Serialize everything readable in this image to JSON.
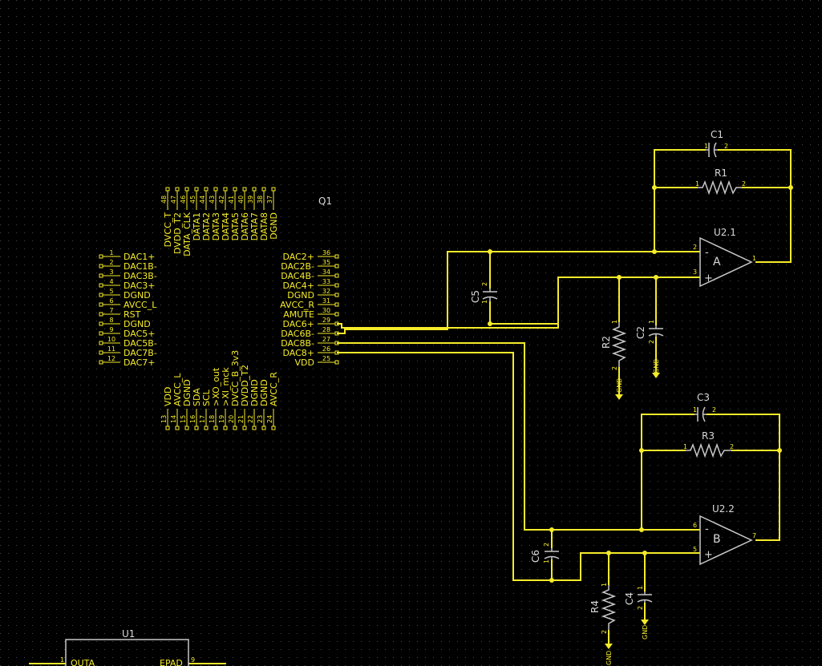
{
  "schematic": {
    "background": "#000000",
    "wire_color": "#f5eb2a",
    "body_color": "#c8c8c8",
    "q1": {
      "ref": "Q1",
      "left_pins": [
        {
          "num": "1",
          "name": "DAC1+"
        },
        {
          "num": "2",
          "name": "DAC1B-"
        },
        {
          "num": "3",
          "name": "DAC3B-"
        },
        {
          "num": "4",
          "name": "DAC3+"
        },
        {
          "num": "5",
          "name": "DGND"
        },
        {
          "num": "6",
          "name": "AVCC_L"
        },
        {
          "num": "7",
          "name": "RST"
        },
        {
          "num": "8",
          "name": "DGND"
        },
        {
          "num": "9",
          "name": "DAC5+"
        },
        {
          "num": "10",
          "name": "DAC5B-"
        },
        {
          "num": "11",
          "name": "DAC7B-"
        },
        {
          "num": "12",
          "name": "DAC7+"
        }
      ],
      "right_pins": [
        {
          "num": "36",
          "name": "DAC2+"
        },
        {
          "num": "35",
          "name": "DAC2B-"
        },
        {
          "num": "34",
          "name": "DAC4B-"
        },
        {
          "num": "33",
          "name": "DAC4+"
        },
        {
          "num": "32",
          "name": "DGND"
        },
        {
          "num": "31",
          "name": "AVCC_R"
        },
        {
          "num": "30",
          "name": "AMUTE"
        },
        {
          "num": "29",
          "name": "DAC6+"
        },
        {
          "num": "28",
          "name": "DAC6B-"
        },
        {
          "num": "27",
          "name": "DAC8B-"
        },
        {
          "num": "26",
          "name": "DAC8+"
        },
        {
          "num": "25",
          "name": "VDD"
        }
      ],
      "top_pins": [
        {
          "num": "48",
          "name": "DVCC_T"
        },
        {
          "num": "47",
          "name": "DVDD_T2"
        },
        {
          "num": "46",
          "name": "DATA_CLK"
        },
        {
          "num": "45",
          "name": "DATA1"
        },
        {
          "num": "44",
          "name": "DATA2"
        },
        {
          "num": "43",
          "name": "DATA3"
        },
        {
          "num": "42",
          "name": "DATA4"
        },
        {
          "num": "41",
          "name": "DATA5"
        },
        {
          "num": "40",
          "name": "DATA6"
        },
        {
          "num": "39",
          "name": "DATA7"
        },
        {
          "num": "38",
          "name": "DATA8"
        },
        {
          "num": "37",
          "name": "DGND"
        }
      ],
      "bottom_pins": [
        {
          "num": "13",
          "name": "VDD"
        },
        {
          "num": "14",
          "name": "AVCC_L"
        },
        {
          "num": "15",
          "name": "DGND"
        },
        {
          "num": "16",
          "name": "SDA"
        },
        {
          "num": "17",
          "name": "SCL"
        },
        {
          "num": "18",
          "name": ">XO_out"
        },
        {
          "num": "19",
          "name": ">XI_mck"
        },
        {
          "num": "20",
          "name": "DVCC_B_3v3"
        },
        {
          "num": "21",
          "name": "DVDD_T2"
        },
        {
          "num": "22",
          "name": "DGND"
        },
        {
          "num": "23",
          "name": "DGND"
        },
        {
          "num": "24",
          "name": "AVCC_R"
        }
      ]
    },
    "u1": {
      "ref": "U1",
      "pin_left_num": "1",
      "pin_left_name": "OUTA",
      "pin_right_num": "9",
      "pin_right_name": "EPAD"
    },
    "u21": {
      "ref": "U2.1",
      "unit": "A",
      "minus_pin": "2",
      "plus_pin": "3",
      "out_pin": "1"
    },
    "u22": {
      "ref": "U2.2",
      "unit": "B",
      "minus_pin": "6",
      "plus_pin": "5",
      "out_pin": "7"
    },
    "c1": {
      "ref": "C1",
      "p1": "1",
      "p2": "2"
    },
    "r1": {
      "ref": "R1",
      "p1": "1",
      "p2": "2"
    },
    "c3": {
      "ref": "C3",
      "p1": "1",
      "p2": "2"
    },
    "r3": {
      "ref": "R3",
      "p1": "1",
      "p2": "2"
    },
    "c5": {
      "ref": "C5",
      "p1": "1",
      "p2": "2"
    },
    "c6": {
      "ref": "C6",
      "p1": "1",
      "p2": "2"
    },
    "r2": {
      "ref": "R2",
      "p1": "1",
      "p2": "2",
      "net": "GND"
    },
    "c2": {
      "ref": "C2",
      "p1": "1",
      "p2": "2",
      "net": "GND"
    },
    "r4": {
      "ref": "R4",
      "p1": "1",
      "p2": "2",
      "net": "GND"
    },
    "c4": {
      "ref": "C4",
      "p1": "1",
      "p2": "2",
      "net": "GND"
    },
    "minus_sign": "-",
    "plus_sign": "+"
  }
}
